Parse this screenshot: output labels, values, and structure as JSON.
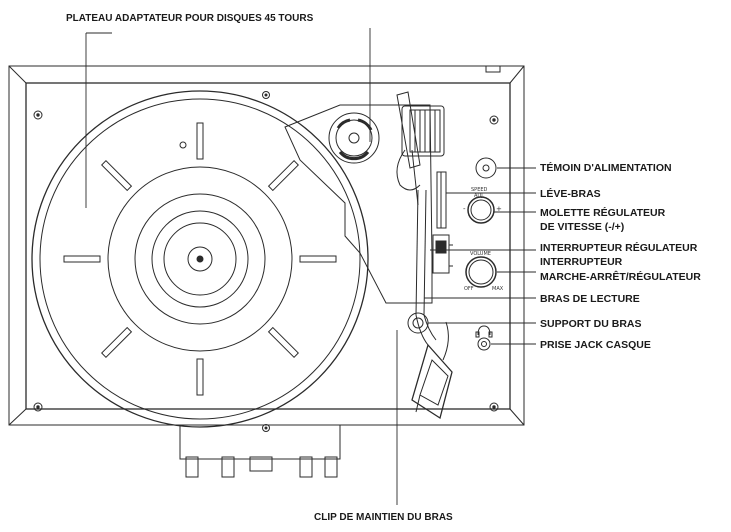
{
  "labels": {
    "platter_adapter": "PLATEAU  ADAPTATEUR POUR DISQUES 45 TOURS",
    "power_indicator": "TÉMOIN D'ALIMENTATION",
    "cue_lever": "LÉVE-BRAS",
    "speed_knob_line1": "MOLETTE RÉGULATEUR",
    "speed_knob_line2": "DE VITESSE (-/+)",
    "speed_switch": "INTERRUPTEUR RÉGULATEUR",
    "power_switch_line1": "INTERRUPTEUR",
    "power_switch_line2": "MARCHE-ARRÊT/RÉGULATEUR",
    "tonearm": "BRAS DE LECTURE",
    "arm_rest": "SUPPORT DU BRAS",
    "headphone_jack": "PRISE JACK CASQUE",
    "arm_clip": "CLIP DE MAINTIEN DU BRAS"
  },
  "panel_text": {
    "speed_knob_caption": "SPEED\nADJ.",
    "speed_minus": "-",
    "speed_plus": "+",
    "volume_caption": "VOLUME",
    "volume_off": "OFF",
    "volume_max": "MAX"
  }
}
